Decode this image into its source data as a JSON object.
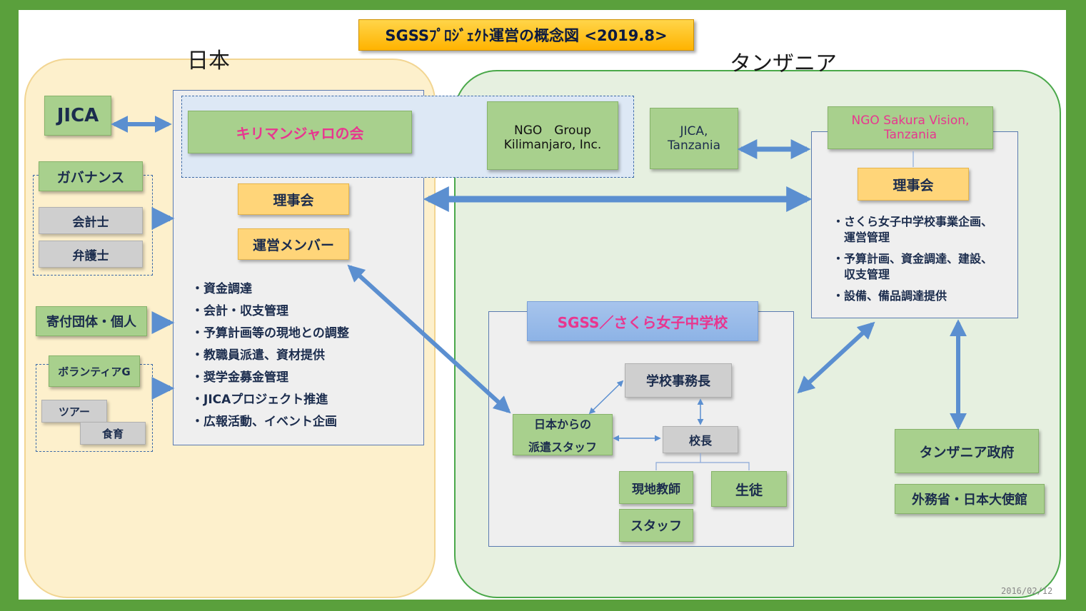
{
  "title": "SGSSﾌﾟﾛｼﾞｪｸﾄ運営の概念図 <2019.8>",
  "regions": {
    "japan": "日本",
    "tanzania": "タンザニア"
  },
  "japan": {
    "jica": "JICA",
    "governance": "ガバナンス",
    "accountant": "会計士",
    "lawyer": "弁護士",
    "donors": "寄付団体・個人",
    "volunteer": "ボランティアG",
    "tour": "ツアー",
    "food_education": "食育",
    "kilimanjaro": "キリマンジャロの会",
    "ngo_group_line1": "NGO　Group",
    "ngo_group_line2": "Kilimanjaro, Inc.",
    "board": "理事会",
    "members": "運営メンバー",
    "duties": [
      "・資金調達",
      "・会計・収支管理",
      "・予算計画等の現地との調整",
      "・教職員派遣、資材提供",
      "・奨学金募金管理",
      "・JICAプロジェクト推進",
      "・広報活動、イベント企画"
    ]
  },
  "tanzania": {
    "jica_line1": "JICA,",
    "jica_line2": "Tanzania",
    "ngo_line1": "NGO Sakura Vision,",
    "ngo_line2": "Tanzania",
    "board": "理事会",
    "duties": [
      "・さくら女子中学校事業企画、",
      "　運営管理",
      "・予算計画、資金調達、建設、",
      "　収支管理",
      "・設備、備品調達提供"
    ],
    "school": "SGSS／さくら女子中学校",
    "secretary": "学校事務長",
    "dispatched_line1": "日本からの",
    "dispatched_line2": "派遣スタッフ",
    "principal": "校長",
    "teachers": "現地教師",
    "students": "生徒",
    "staff": "スタッフ",
    "government": "タンザニア政府",
    "embassy": "外務省・日本大使館"
  },
  "date": "2016/02/12",
  "colors": {
    "frame": "#5aa03c",
    "arrow": "#5b8fd0",
    "pink_text": "#e8368f",
    "navy_text": "#1b2c4d"
  }
}
